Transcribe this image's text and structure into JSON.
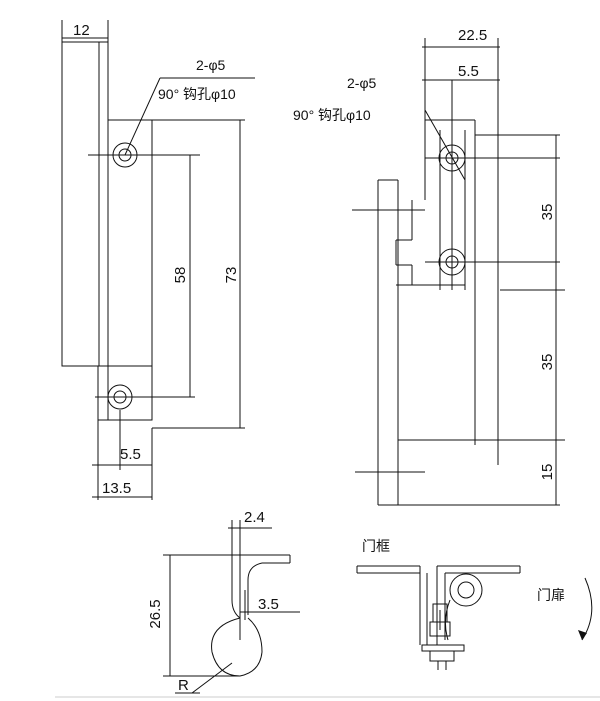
{
  "front_view": {
    "dim_width": "12",
    "hole_spec": "2-φ5",
    "countersink_note": "90°  钩孔φ10",
    "dim_hole_spacing": "58",
    "dim_height": "73",
    "dim_hole_offset": "5.5",
    "dim_plate_width": "13.5"
  },
  "side_view": {
    "dim_width": "22.5",
    "hole_spec": "2-φ5",
    "dim_hole_offset": "5.5",
    "countersink_note": "90°  钩孔φ10",
    "dim_upper": "35",
    "dim_middle": "35",
    "dim_lower": "15"
  },
  "section_view": {
    "dim_thickness": "2.4",
    "dim_height": "26.5",
    "dim_gap": "3.5",
    "radius_label": "R"
  },
  "install_view": {
    "frame_label": "门框",
    "door_label": "门扉"
  },
  "colors": {
    "line": "#111111",
    "background": "#ffffff"
  }
}
